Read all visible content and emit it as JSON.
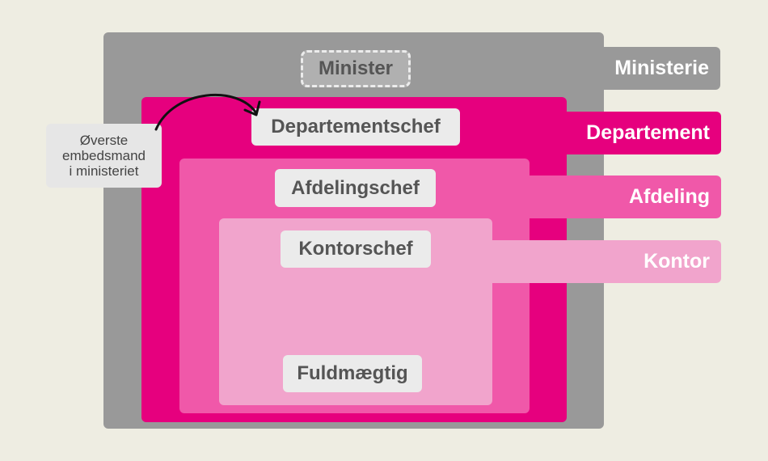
{
  "levels": {
    "ministerie": {
      "label": "Ministerie",
      "color": "#999999"
    },
    "departement": {
      "label": "Departement",
      "color": "#e6007e"
    },
    "afdeling": {
      "label": "Afdeling",
      "color": "#f058a9"
    },
    "kontor": {
      "label": "Kontor",
      "color": "#f1a4cc"
    }
  },
  "roles": {
    "minister": "Minister",
    "departementschef": "Departementschef",
    "afdelingschef": "Afdelingschef",
    "kontorschef": "Kontorschef",
    "fuldmaegtig": "Fuldmægtig"
  },
  "callout": {
    "lines": [
      "Øverste",
      "embedsmand",
      "i ministeriet"
    ]
  }
}
